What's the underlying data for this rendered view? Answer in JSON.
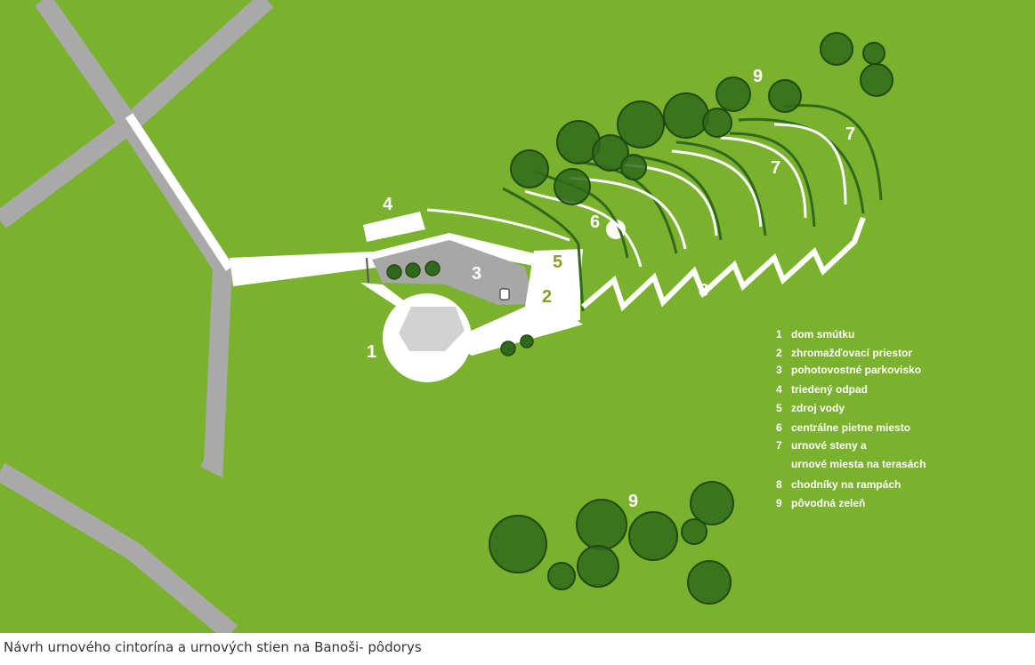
{
  "colors": {
    "grass": "#7ab22d",
    "road": "#a9a9a9",
    "path": "#ffffff",
    "parking": "#a7a7a7",
    "tree_fill": "#2f6a1c",
    "tree_stroke": "#1f4a12",
    "terrace_line": "#2f6a1c",
    "olive_label": "#8f9a2e"
  },
  "labels": {
    "n1": "1",
    "n2": "2",
    "n3": "3",
    "n4": "4",
    "n5": "5",
    "n6": "6",
    "n7a": "7",
    "n7b": "7",
    "n8": "8",
    "n9a": "9",
    "n9b": "9"
  },
  "legend": [
    {
      "num": "1",
      "text": "dom smútku"
    },
    {
      "num": "2",
      "text": "zhromažďovací priestor"
    },
    {
      "num": "3",
      "text": "pohotovostné parkovisko"
    },
    {
      "num": "4",
      "text": "triedený odpad"
    },
    {
      "num": "5",
      "text": "zdroj vody"
    },
    {
      "num": "6",
      "text": "centrálne pietne miesto"
    },
    {
      "num": "7",
      "text": "urnové steny a"
    },
    {
      "num": "",
      "text": "urnové miesta na terasách"
    },
    {
      "num": "8",
      "text": "chodníky na rampách"
    },
    {
      "num": "9",
      "text": "pôvodná zeleň"
    }
  ],
  "caption": "Návrh urnového cintorína a urnových stien na Banoši- pôdorys"
}
